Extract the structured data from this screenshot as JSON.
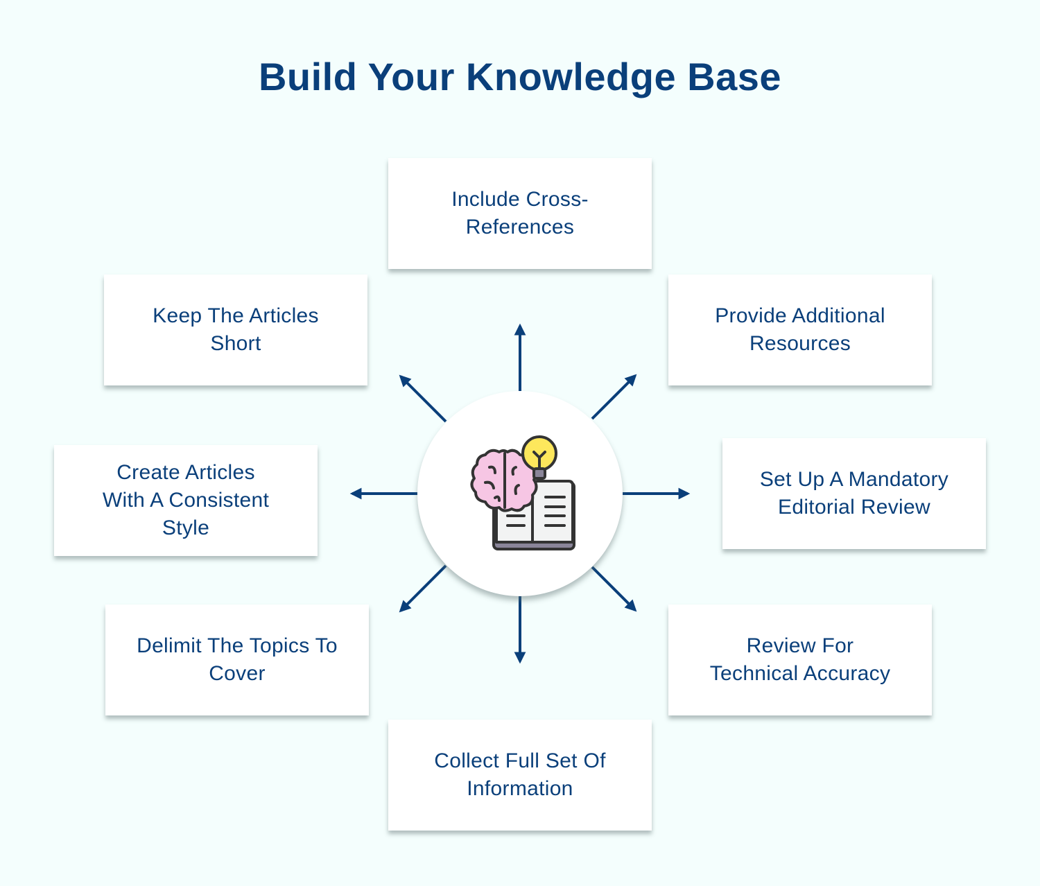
{
  "title": "Build Your Knowledge Base",
  "colors": {
    "background": "#f4fefd",
    "title": "#0a3f7a",
    "card_text": "#0a3f7a",
    "arrow": "#0a3f7a",
    "card_bg": "#ffffff"
  },
  "hub": {
    "icon": "brain-lightbulb-book-icon"
  },
  "items": [
    {
      "label": "Include Cross-References",
      "lines": [
        "Include Cross-",
        "References"
      ],
      "direction": "up"
    },
    {
      "label": "Provide Additional Resources",
      "lines": [
        "Provide Additional",
        "Resources"
      ],
      "direction": "up-right"
    },
    {
      "label": "Set Up A Mandatory Editorial Review",
      "lines": [
        "Set Up A Mandatory",
        "Editorial Review"
      ],
      "direction": "right"
    },
    {
      "label": "Review For Technical Accuracy",
      "lines": [
        "Review For",
        "Technical Accuracy"
      ],
      "direction": "down-right"
    },
    {
      "label": "Collect Full Set Of Information",
      "lines": [
        "Collect Full Set Of",
        "Information"
      ],
      "direction": "down"
    },
    {
      "label": "Delimit The Topics To Cover",
      "lines": [
        "Delimit The Topics To",
        "Cover"
      ],
      "direction": "down-left"
    },
    {
      "label": "Create Articles With A Consistent Style",
      "lines": [
        "Create Articles",
        "With A Consistent",
        "Style"
      ],
      "direction": "left"
    },
    {
      "label": "Keep The Articles Short",
      "lines": [
        "Keep The Articles",
        "Short"
      ],
      "direction": "up-left"
    }
  ]
}
